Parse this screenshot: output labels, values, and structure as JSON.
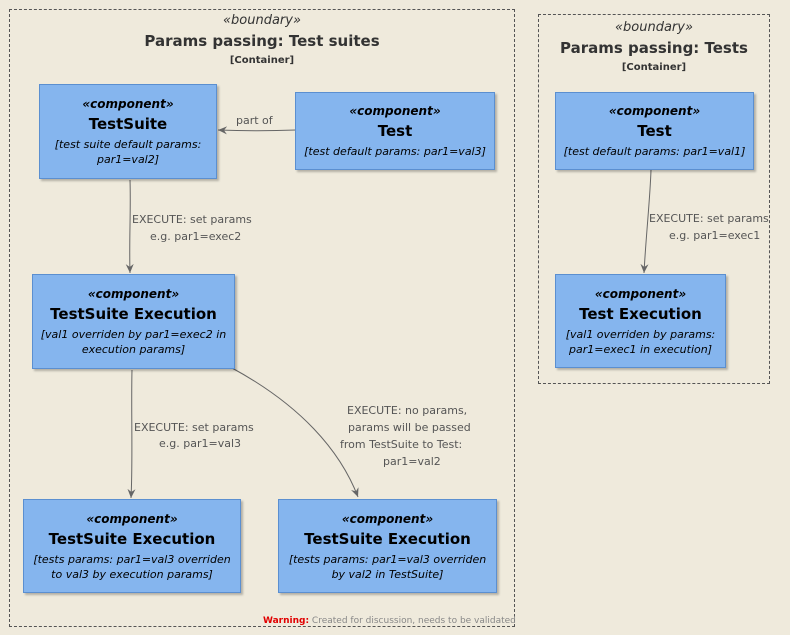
{
  "boundaries": {
    "suites": {
      "stereotype": "«boundary»",
      "title": "Params passing: Test suites",
      "technology": "[Container]"
    },
    "tests": {
      "stereotype": "«boundary»",
      "title": "Params passing: Tests",
      "technology": "[Container]"
    }
  },
  "components": {
    "testsuite": {
      "stereotype": "«component»",
      "title": "TestSuite",
      "description": "[test suite default params: par1=val2]"
    },
    "test_suites_box": {
      "stereotype": "«component»",
      "title": "Test",
      "description": "[test default params: par1=val3]"
    },
    "suite_exec": {
      "stereotype": "«component»",
      "title": "TestSuite Execution",
      "description": "[val1 overriden by par1=exec2 in execution params]"
    },
    "suite_exec_left": {
      "stereotype": "«component»",
      "title": "TestSuite Execution",
      "description": "[tests params: par1=val3 overriden to val3 by execution params]"
    },
    "suite_exec_right": {
      "stereotype": "«component»",
      "title": "TestSuite Execution",
      "description": "[tests params: par1=val3 overriden by val2 in TestSuite]"
    },
    "test_tests_box": {
      "stereotype": "«component»",
      "title": "Test",
      "description": "[test default params: par1=val1]"
    },
    "test_exec": {
      "stereotype": "«component»",
      "title": "Test Execution",
      "description": "[val1 overriden by params: par1=exec1 in execution]"
    }
  },
  "edges": {
    "part_of": "part of",
    "exec_suite_l1": "EXECUTE: set params",
    "exec_suite_l2": "e.g. par1=exec2",
    "exec_left_l1": "EXECUTE: set params",
    "exec_left_l2": "e.g. par1=val3",
    "exec_right_l1": "EXECUTE: no params,",
    "exec_right_l2": "params will be passed",
    "exec_right_l3": "from TestSuite to Test:",
    "exec_right_l4": "par1=val2",
    "exec_test_l1": "EXECUTE: set params",
    "exec_test_l2": "e.g. par1=exec1"
  },
  "footer": {
    "warning_label": "Warning:",
    "warning_text": " Created for discussion, needs to be validated"
  },
  "colors": {
    "background": "#efeadc",
    "component_fill": "#85b5ee",
    "edge": "#666666",
    "warning": "#e00000"
  }
}
